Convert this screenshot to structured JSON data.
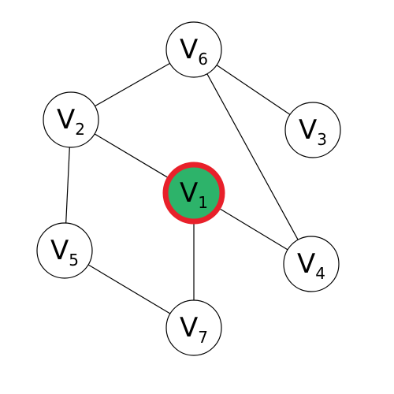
{
  "graph": {
    "colors": {
      "highlight_fill": "#2db36a",
      "highlight_ring": "#e8202a",
      "node_fill": "#ffffff",
      "stroke": "#000000"
    },
    "highlighted_node": "v1",
    "nodes": [
      {
        "id": "v1",
        "letter": "V",
        "sub": "1"
      },
      {
        "id": "v2",
        "letter": "V",
        "sub": "2"
      },
      {
        "id": "v3",
        "letter": "V",
        "sub": "3"
      },
      {
        "id": "v4",
        "letter": "V",
        "sub": "4"
      },
      {
        "id": "v5",
        "letter": "V",
        "sub": "5"
      },
      {
        "id": "v6",
        "letter": "V",
        "sub": "6"
      },
      {
        "id": "v7",
        "letter": "V",
        "sub": "7"
      }
    ],
    "edges": [
      [
        "v6",
        "v2"
      ],
      [
        "v6",
        "v3"
      ],
      [
        "v6",
        "v4"
      ],
      [
        "v2",
        "v1"
      ],
      [
        "v2",
        "v5"
      ],
      [
        "v1",
        "v4"
      ],
      [
        "v1",
        "v7"
      ],
      [
        "v5",
        "v7"
      ]
    ]
  }
}
